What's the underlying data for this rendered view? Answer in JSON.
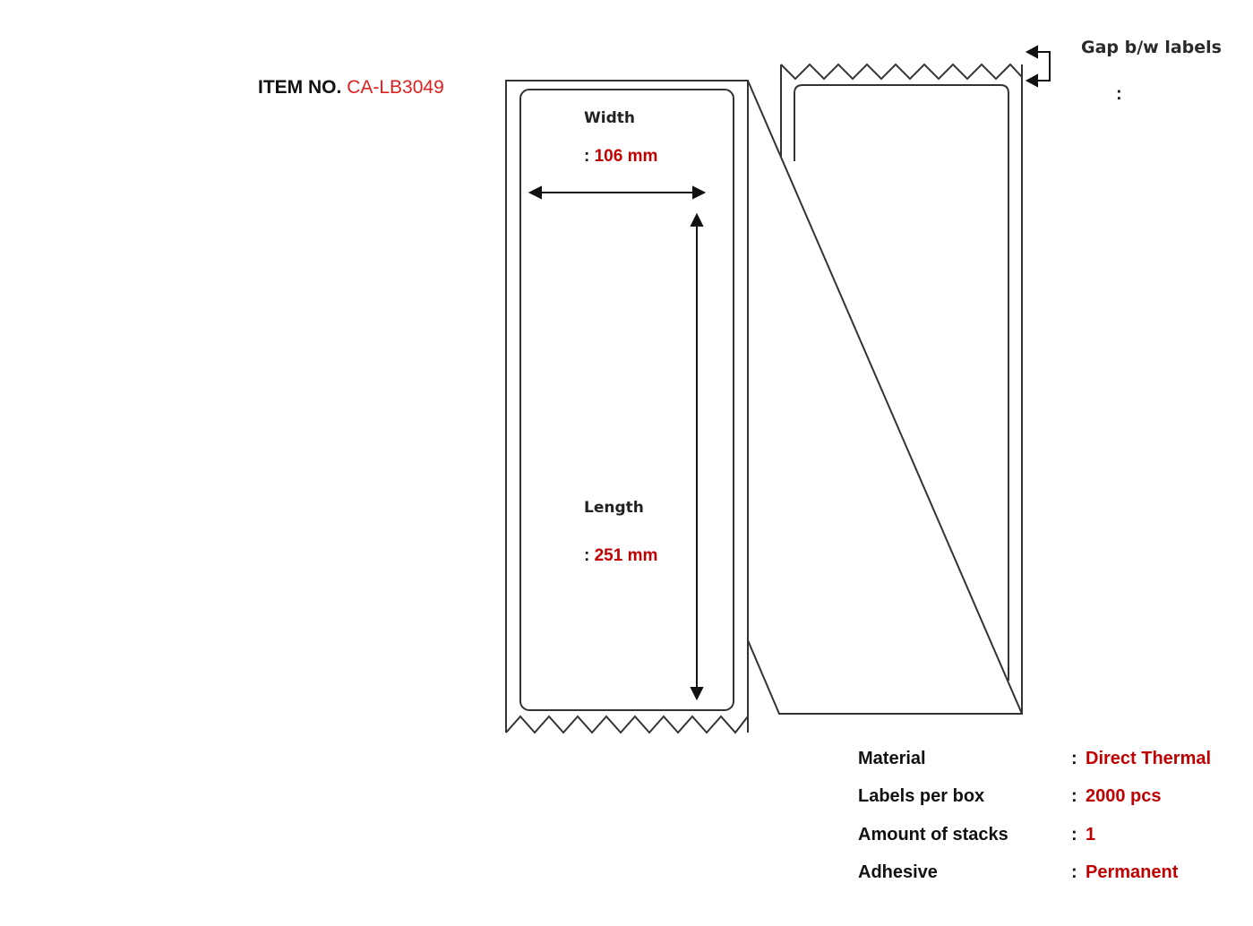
{
  "item": {
    "prefix": "ITEM NO.",
    "code": "CA-LB3049"
  },
  "dimensions": {
    "width": {
      "label": "Width",
      "colon": ":",
      "value": "106 mm"
    },
    "length": {
      "label": "Length",
      "colon": ":",
      "value": "251 mm"
    }
  },
  "gap": {
    "label": "Gap b/w labels",
    "colon": ":",
    "value": ""
  },
  "specs": [
    {
      "key": "Material",
      "colon": ":",
      "value": "Direct Thermal"
    },
    {
      "key": "Labels per box",
      "colon": ":",
      "value": "2000 pcs"
    },
    {
      "key": "Amount of stacks",
      "colon": ":",
      "value": "1"
    },
    {
      "key": "Adhesive",
      "colon": ":",
      "value": "Permanent"
    }
  ],
  "colors": {
    "accent_red": "#c00000",
    "item_code_red": "#e0201e",
    "line": "#333333"
  }
}
